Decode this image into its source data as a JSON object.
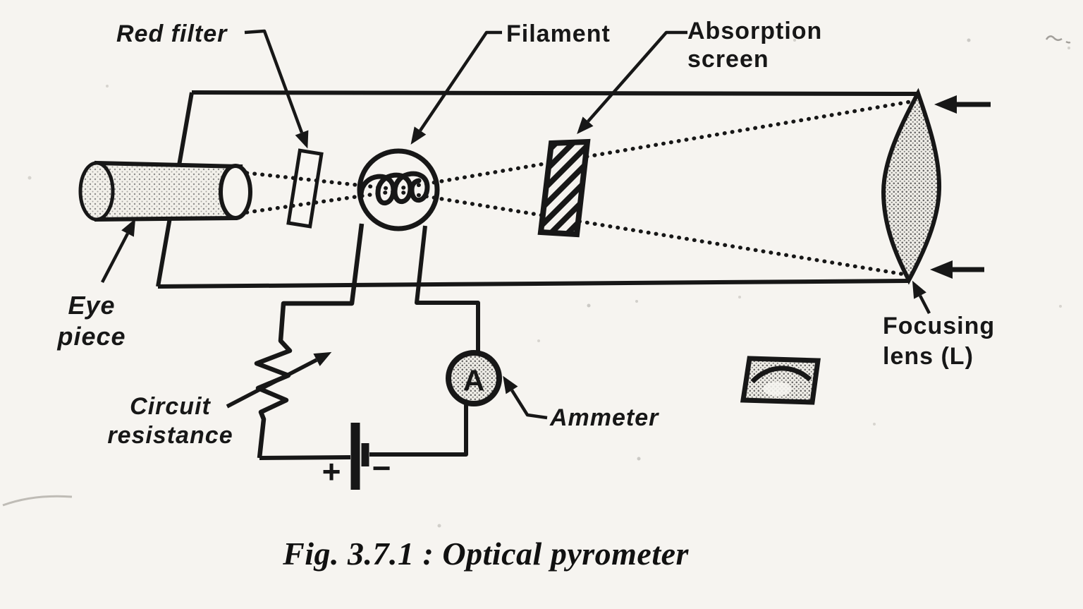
{
  "figure": {
    "caption": "Fig. 3.7.1 : Optical pyrometer",
    "labels": {
      "red_filter": "Red filter",
      "filament": "Filament",
      "absorption_screen": "Absorption\nscreen",
      "eye_piece": "Eye\npiece",
      "circuit_resistance": "Circuit\nresistance",
      "ammeter": "Ammeter",
      "focusing_lens": "Focusing\nlens (L)"
    },
    "symbols": {
      "ammeter_letter": "A",
      "battery_positive": "+",
      "battery_negative": "−"
    },
    "colors": {
      "ink": "#171717",
      "paper": "#f6f4f0"
    }
  }
}
